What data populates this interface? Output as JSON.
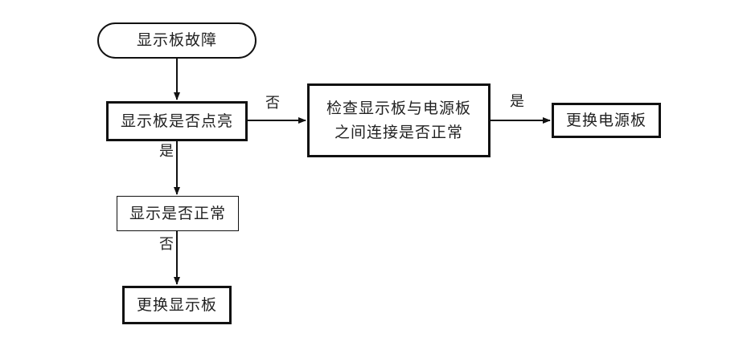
{
  "flowchart": {
    "nodes": {
      "start": "显示板故障",
      "check_light": "显示板是否点亮",
      "check_display": "显示是否正常",
      "replace_display_board": "更换显示板",
      "check_connection": "检查显示板与电源板之间连接是否正常",
      "replace_power_board": "更换电源板"
    },
    "edges": {
      "light_yes": "是",
      "light_no": "否",
      "display_no": "否",
      "connection_yes": "是"
    }
  }
}
